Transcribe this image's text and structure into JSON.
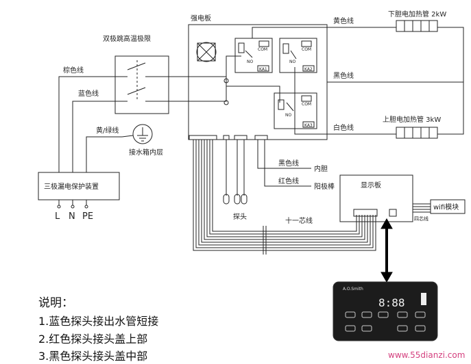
{
  "labels": {
    "main_board": "强电板",
    "thermal_cutoff": "双极跳高温极限",
    "brown_wire": "棕色线",
    "blue_wire": "蓝色线",
    "yellow_green_wire": "黄/绿线",
    "tank_ground": "接水箱内层",
    "leakage_protector": "三极漏电保护装置",
    "terminal_l": "L",
    "terminal_n": "N",
    "terminal_pe": "PE",
    "yellow_wire": "黄色线",
    "black_wire": "黑色线",
    "white_wire": "白色线",
    "lower_heater": "下胆电加热管 2kW",
    "upper_heater": "上胆电加热管 3kW",
    "black_wire_2": "黑色线",
    "inner_tank": "内胆",
    "red_wire": "红色线",
    "anode_rod": "阳极棒",
    "display_board": "显示板",
    "wifi_module": "wifi模块",
    "four_core": "四芯线",
    "probe": "探头",
    "eleven_core": "十一芯线",
    "relay_no": "NO",
    "relay_com": "COM",
    "relay_k1": "KA1",
    "relay_k2": "KA2",
    "relay_k3": "KA3"
  },
  "notes": {
    "title": "说明：",
    "items": [
      "1.蓝色探头接出水管短接",
      "2.红色探头接头盖上部",
      "3.黑色探头接头盖中部"
    ]
  },
  "panel": {
    "brand": "A.O.Smith",
    "digits": "8:88",
    "icons": [
      "mode-icon",
      "power-icon",
      "clock-icon",
      "up-icon",
      "boost-icon",
      "timer-icon",
      "function-icon",
      "down-icon",
      "set-icon"
    ]
  },
  "watermark": "www.55dianzi.com"
}
